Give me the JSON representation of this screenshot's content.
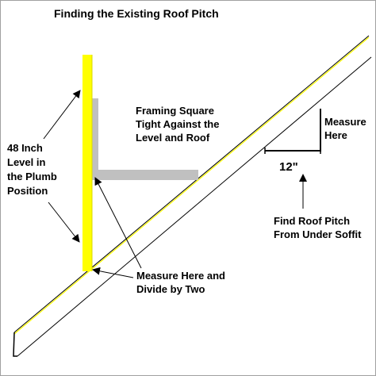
{
  "title": "Finding the Existing Roof Pitch",
  "labels": {
    "framing_square": [
      "Framing Square",
      "Tight Against the",
      "Level and Roof"
    ],
    "measure_here": [
      "Measure",
      "Here"
    ],
    "level": [
      "48 Inch",
      "Level in",
      "the Plumb",
      "Position"
    ],
    "run": "12\"",
    "find_pitch": [
      "Find Roof Pitch",
      "From Under Soffit"
    ],
    "measure_divide": [
      "Measure Here and",
      "Divide by Two"
    ]
  },
  "colors": {
    "background": "#ffffff",
    "level": "#ffff00",
    "framing_square": "#c0c0c0",
    "roof_line": "#000000",
    "roof_edge_highlight": "#ffff00",
    "text": "#000000",
    "border": "#a0a0a0"
  }
}
